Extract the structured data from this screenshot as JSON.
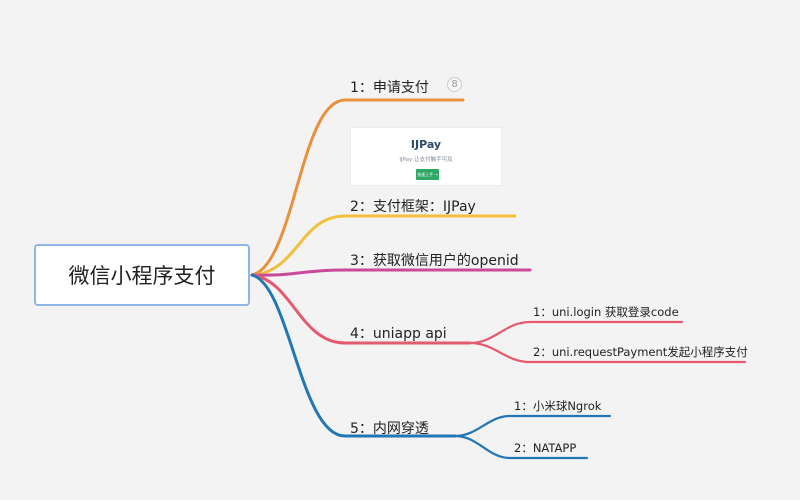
{
  "root": {
    "label": "微信小程序支付"
  },
  "branches": [
    {
      "label": "1：申请支付",
      "color": "#e8903a",
      "badge": "8"
    },
    {
      "label": "2：支付框架：IJPay",
      "color": "#f0bf3c",
      "image": {
        "title": "IJPay",
        "subtitle": "IJPay 让支付触手可及",
        "button": "快速上手 →"
      }
    },
    {
      "label": "3：获取微信用户的openid",
      "color": "#c94a9a"
    },
    {
      "label": "4：uniapp api",
      "color": "#e55a6e",
      "children": [
        {
          "label": "1：uni.login 获取登录code"
        },
        {
          "label": "2：uni.requestPayment发起小程序支付"
        }
      ]
    },
    {
      "label": "5：内网穿透",
      "color": "#2176b5",
      "children": [
        {
          "label": "1：小米球Ngrok"
        },
        {
          "label": "2：NATAPP"
        }
      ]
    }
  ]
}
